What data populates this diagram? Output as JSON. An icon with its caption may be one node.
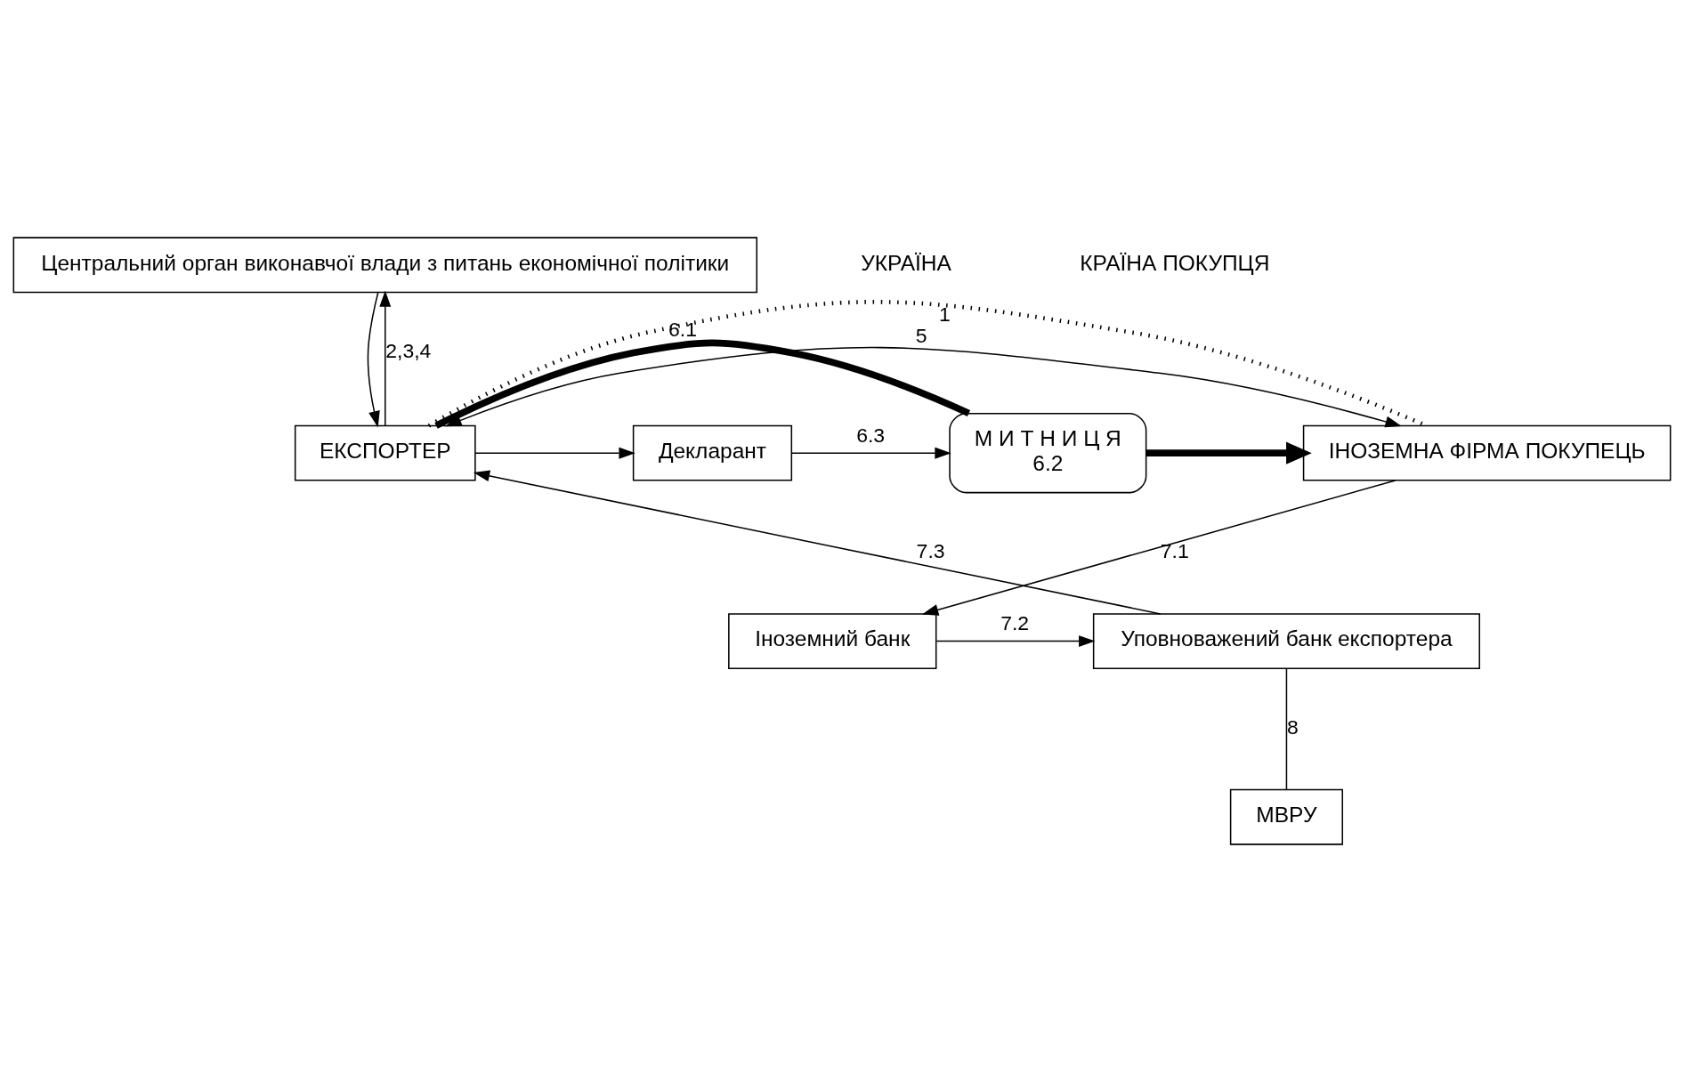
{
  "diagram": {
    "nodes": [
      {
        "text": [
          "Центральний орган виконавчої влади з питань економічної політики"
        ]
      },
      {
        "text": [
          "ЕКСПОРТЕР"
        ]
      },
      {
        "text": [
          "Декларант"
        ]
      },
      {
        "text": [
          "М И Т Н И Ц Я",
          "6.2"
        ]
      },
      {
        "text": [
          "ІНОЗЕМНА ФІРМА ПОКУПЕЦЬ"
        ]
      },
      {
        "text": [
          "Уповноважений банк експортера"
        ]
      },
      {
        "text": [
          "Іноземний банк"
        ]
      },
      {
        "text": [
          "МВРУ"
        ]
      }
    ],
    "edges": [
      {
        "from": 0,
        "to": 1,
        "arrow": "to"
      },
      {
        "from": 1,
        "to": 0,
        "arrow": "to",
        "label": "2,3,4"
      },
      {
        "from": 1,
        "to": 2,
        "arrow": "to"
      },
      {
        "from": 2,
        "to": 3,
        "arrow": "to",
        "label": "6.3"
      },
      {
        "from": 1,
        "to": 3,
        "arrow": "none",
        "style": "thick",
        "label": "6.1"
      },
      {
        "from": 3,
        "to": 4,
        "arrow": "to",
        "style": "thick"
      },
      {
        "from": 1,
        "to": 4,
        "arrow": "both",
        "label": "5"
      },
      {
        "from": 1,
        "to": 4,
        "arrow": "none",
        "style": "dashed",
        "label": "1"
      },
      {
        "from": 4,
        "to": 6,
        "arrow": "to",
        "label": "7.1"
      },
      {
        "from": 6,
        "to": 5,
        "arrow": "to",
        "label": "7.2"
      },
      {
        "from": 5,
        "to": 1,
        "arrow": "to",
        "label": "7.3"
      },
      {
        "from": 5,
        "to": 7,
        "arrow": "none",
        "label": "8"
      }
    ],
    "labels": [
      "УКРАЇНА",
      "КРАЇНА ПОКУПЦЯ"
    ]
  }
}
